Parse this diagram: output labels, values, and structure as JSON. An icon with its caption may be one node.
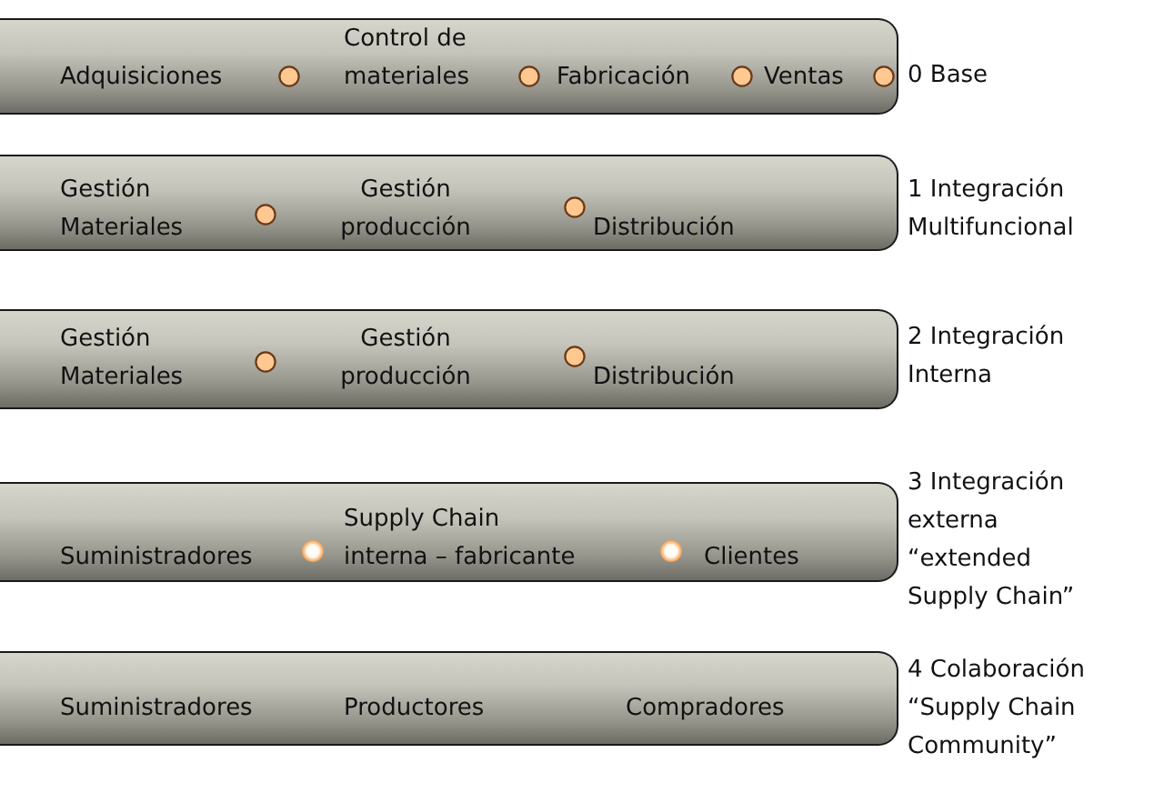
{
  "diagram": {
    "nodes": [
      {
        "text": [
          "Adquisiciones",
          "Control de materiales",
          "Fabricación",
          "Ventas"
        ],
        "beside": [
          "0 Base"
        ]
      },
      {
        "text": [
          "Gestión Materiales",
          "Gestión producción",
          "Distribución"
        ],
        "beside": [
          "1 Integración Multifuncional"
        ]
      },
      {
        "text": [
          "Gestión Materiales",
          "Gestión producción",
          "Distribución"
        ],
        "beside": [
          "2 Integración Interna"
        ]
      },
      {
        "text": [
          "Suministradores",
          "Supply Chain interna – fabricante",
          "Clientes"
        ],
        "beside": [
          "3 Integración externa “extended Supply Chain”"
        ]
      },
      {
        "text": [
          "Suministradores",
          "Productores",
          "Compradores"
        ],
        "beside": [
          "4 Colaboración “Supply Chain Community”"
        ]
      }
    ]
  }
}
